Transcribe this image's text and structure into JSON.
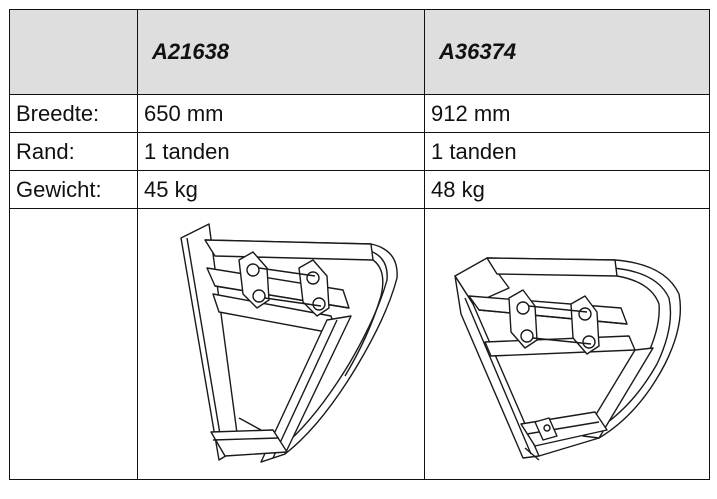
{
  "table": {
    "headers": [
      "",
      "A21638",
      "A36374"
    ],
    "rows": [
      {
        "label": "Breedte:",
        "values": [
          "650 mm",
          "912 mm"
        ]
      },
      {
        "label": "Rand:",
        "values": [
          "1 tanden",
          "1 tanden"
        ]
      },
      {
        "label": "Gewicht:",
        "values": [
          "45 kg",
          "48 kg"
        ]
      }
    ],
    "images": [
      "bucket-a21638-drawing",
      "bucket-a36374-drawing"
    ]
  }
}
